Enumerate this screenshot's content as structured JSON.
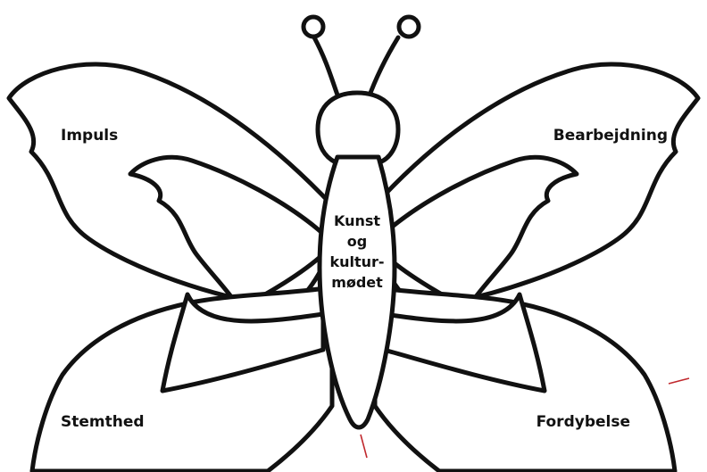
{
  "diagram": {
    "center_lines": [
      "Kunst",
      "og",
      "kultur-",
      "mødet"
    ],
    "wings": {
      "upper_left": "Impuls",
      "upper_right": "Bearbejdning",
      "lower_left": "Stemthed",
      "lower_right": "Fordybelse"
    },
    "colors": {
      "outline": "#111111",
      "fill": "#ffffff",
      "cut_marks": "#c0282d"
    }
  }
}
